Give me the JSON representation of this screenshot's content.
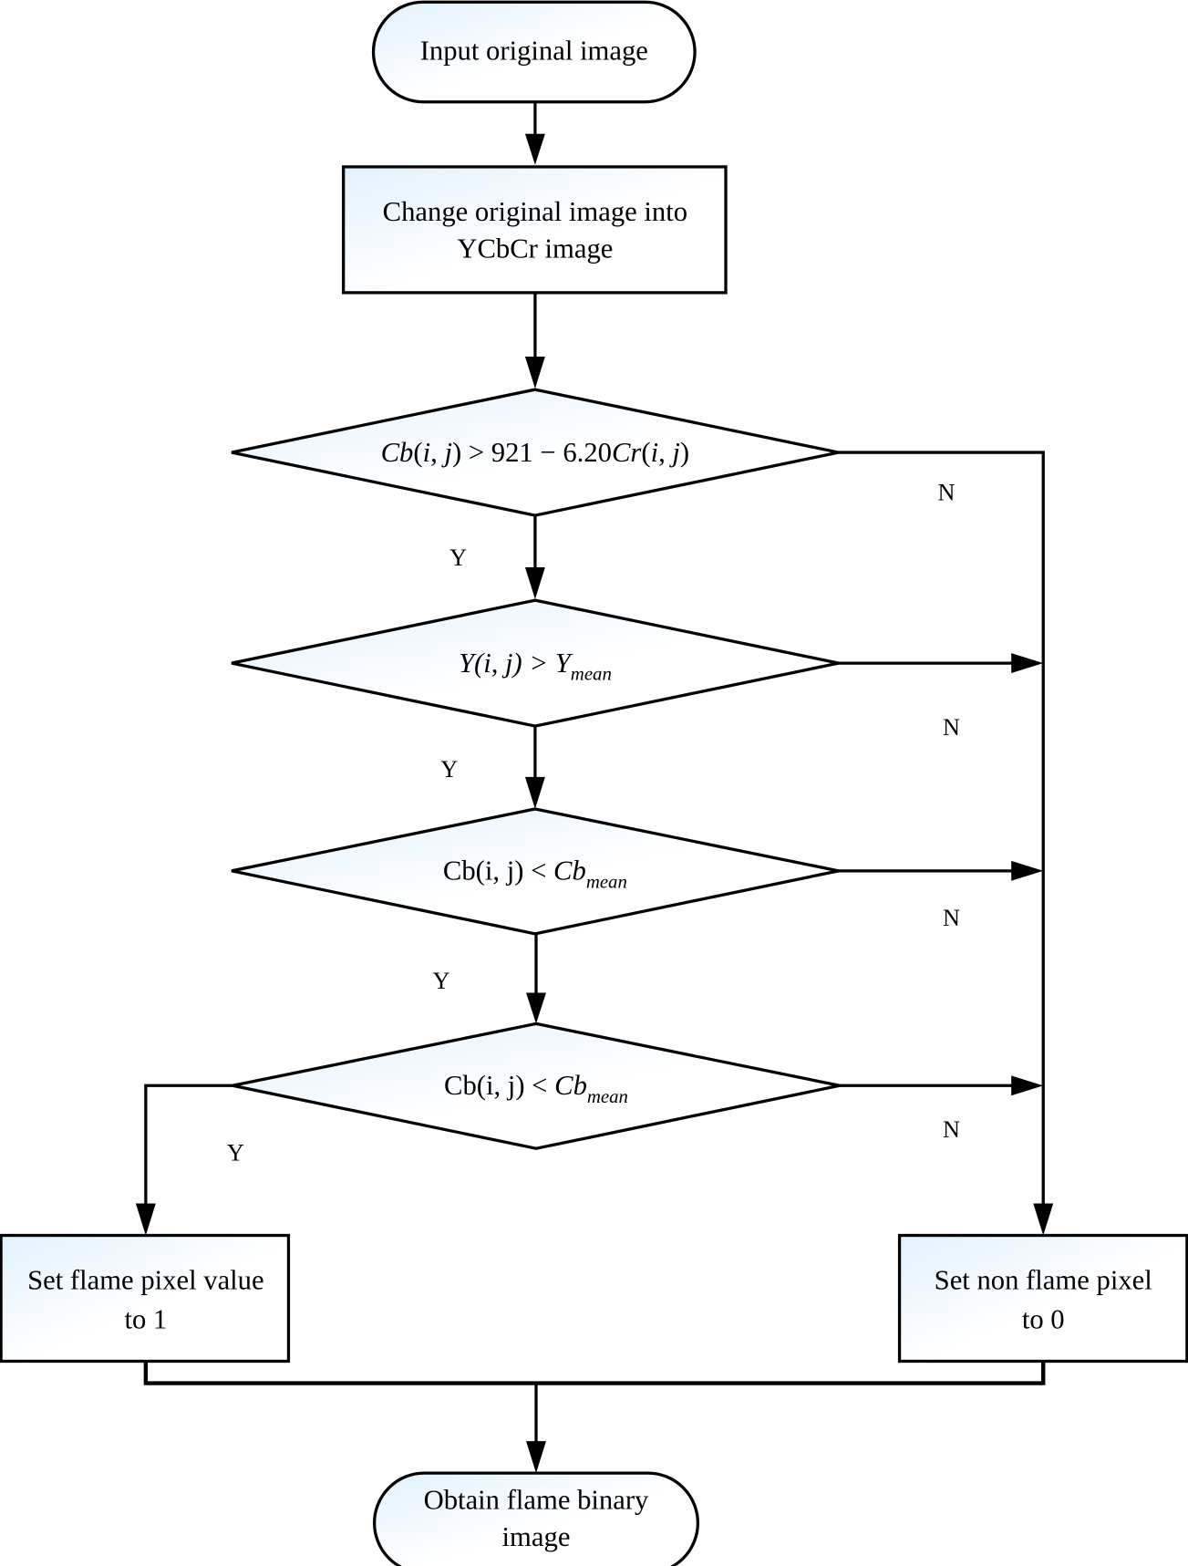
{
  "nodes": {
    "start": {
      "label": "Input original image"
    },
    "convert": {
      "line1": "Change original image into",
      "line2": "YCbCr image"
    },
    "decision1": {
      "a": "Cb",
      "b": "(",
      "c": "i",
      "d": ", ",
      "e": "j",
      "f": ") > 921 − 6.20",
      "g": "Cr",
      "h": "(",
      "i": "i",
      "j": ", ",
      "k": "j",
      "l": ")"
    },
    "decision2": {
      "main": "Y",
      "mid": "(i, j) > ",
      "var": "Y",
      "sub": "mean"
    },
    "decision3": {
      "main": "Cb(i, j) < ",
      "var": "Cb",
      "sub": "mean"
    },
    "decision4": {
      "main": "Cb(i, j) < ",
      "var": "Cb",
      "sub": "mean"
    },
    "flame": {
      "line1": "Set flame pixel value",
      "line2": "to 1"
    },
    "nonflame": {
      "line1": "Set non flame pixel",
      "line2": "to 0"
    },
    "end": {
      "line1": "Obtain flame binary",
      "line2": "image"
    }
  },
  "edge_labels": {
    "yes": "Y",
    "no": "N"
  },
  "colors": {
    "fill_light": "#e6f3fd",
    "fill_white": "#ffffff",
    "stroke": "#000000"
  }
}
